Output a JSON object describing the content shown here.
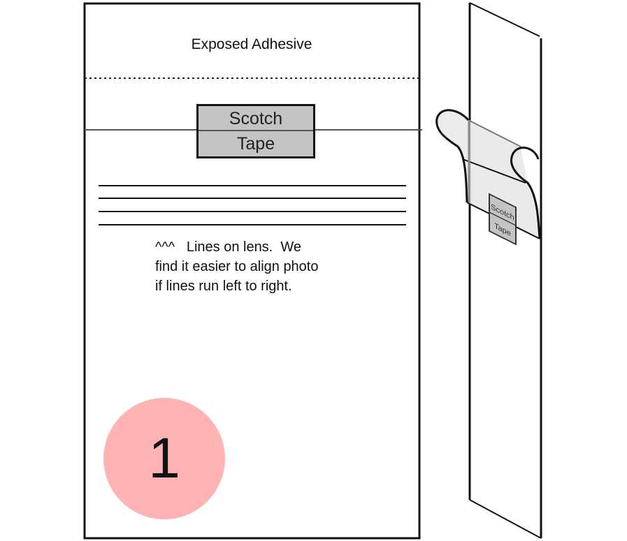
{
  "front_view": {
    "exposed_label": "Exposed Adhesive",
    "tape_label_line1": "Scotch",
    "tape_label_line2": "Tape",
    "note": "^^^   Lines on lens.  We\nfind it easier to align photo\nif lines run left to right.",
    "step_number": "1",
    "step_color": "#ffb3b3"
  },
  "side_view": {
    "tape_label_line1": "Scotch",
    "tape_label_line2": "Tape"
  }
}
